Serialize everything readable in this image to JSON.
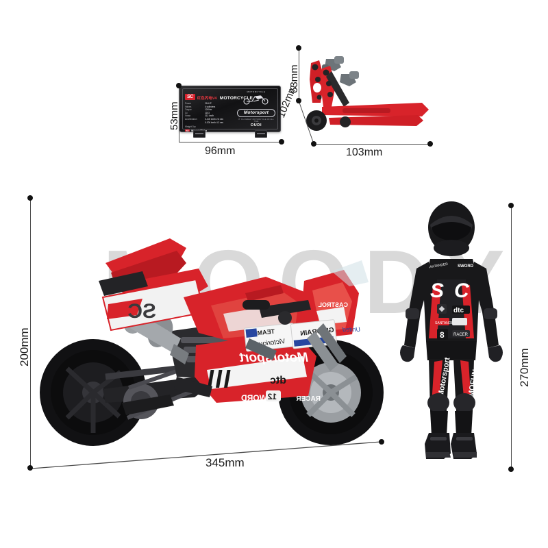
{
  "watermark": {
    "text": "MOODY"
  },
  "dimensions": {
    "plaque_height": "53mm",
    "plaque_width": "96mm",
    "stand_height": "63mm",
    "stand_diagonal": "102mm",
    "stand_width": "103mm",
    "bike_height": "200mm",
    "bike_length": "345mm",
    "rider_height": "270mm"
  },
  "plaque": {
    "brand_badge": "SC",
    "title_cn": "红色闪电V4",
    "title_en": "MOTORCYCLE",
    "specs": [
      {
        "key": "Power",
        "value": "214HP"
      },
      {
        "key": "Valves",
        "value": "4 cylinders"
      },
      {
        "key": "Torque",
        "value": "124Nm"
      },
      {
        "key": "Cc",
        "value": "1103"
      },
      {
        "key": "Vmax",
        "value": "312 km/h"
      },
      {
        "key": "Acceleration",
        "value": "0-100 km/h 2.6 sec"
      },
      {
        "key": "",
        "value": "0-200 km/h 4.2 sec"
      }
    ],
    "weight_label": "Weight Dry",
    "weight_badge": "SC",
    "weight_value": "Weight 172 kg",
    "arc_text": "MOTORCYCLE",
    "pill_text": "Motorsport",
    "fine_print": "IT IS A GREAT MOTORCYCLE OF ALL TIME",
    "maker": "OUDI"
  },
  "rider": {
    "chest_left": "S",
    "chest_right": "C",
    "badge_dtc": "dtc",
    "badge_shoulder_left": "SANTANDER",
    "badge_shoulder_right": "SWORD",
    "badge_number": "8",
    "badge_racer": "RACER",
    "leg_left": "Motorsport",
    "leg_right": "MOFUN"
  },
  "bike": {
    "tail_logo": "SC",
    "fairing_motorsport": "Motorsport",
    "fairing_dtc": "dtc",
    "fairing_sword": "SWORD",
    "fairing_racer": "RACER",
    "fairing_number": "12",
    "sticker_team": "TEAM",
    "sticker_guidrain": "GUIDRAIN",
    "sticker_victorious": "Victorious",
    "sticker_castrol": "CASTROL",
    "sticker_united": "United"
  },
  "colors": {
    "red": "#d8232a",
    "dark_red": "#a8151b",
    "black": "#1c1c1e",
    "grey": "#8c9094",
    "line": "#4a4a4a",
    "watermark": "#d9d9d9"
  }
}
